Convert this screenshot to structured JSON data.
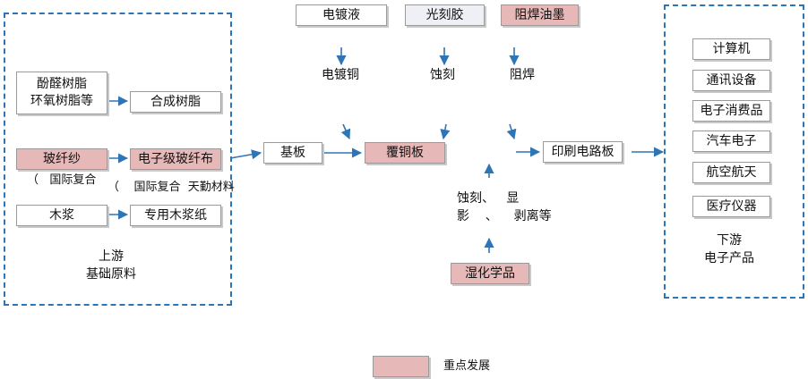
{
  "colors": {
    "accent_blue": "#2e75b6",
    "key_pink": "#e6b9b8",
    "border_grey": "#9a9a9a"
  },
  "top_inputs": [
    {
      "label": "电镀液"
    },
    {
      "label": "光刻胶"
    },
    {
      "label": "阻焊油墨"
    }
  ],
  "processes": [
    "电镀铜",
    "蚀刻",
    "阻焊"
  ],
  "upstream": {
    "raw": [
      {
        "label": "酚醛树脂\n环氧树脂等"
      },
      {
        "label": "玻纤纱"
      },
      {
        "label": "木浆"
      }
    ],
    "mid": [
      {
        "label": "合成树脂"
      },
      {
        "label": "电子级玻纤布"
      },
      {
        "label": "专用木浆纸"
      }
    ],
    "note_a": "（   国际复合",
    "note_b": "（    国际复合  天勤材料",
    "caption": "上游\n基础原料"
  },
  "substrate": {
    "label": "基板"
  },
  "ccl": {
    "label": "覆铜板"
  },
  "pcb": {
    "label": "印刷电路板"
  },
  "process_text": "蚀刻、   显\n影    、    剥离等",
  "chemicals": {
    "label": "湿化学品"
  },
  "downstream": {
    "items": [
      "计算机",
      "通讯设备",
      "电子消费品",
      "汽车电子",
      "航空航天",
      "医疗仪器"
    ],
    "caption": "下游\n电子产品"
  },
  "legend": {
    "label": "重点发展"
  }
}
